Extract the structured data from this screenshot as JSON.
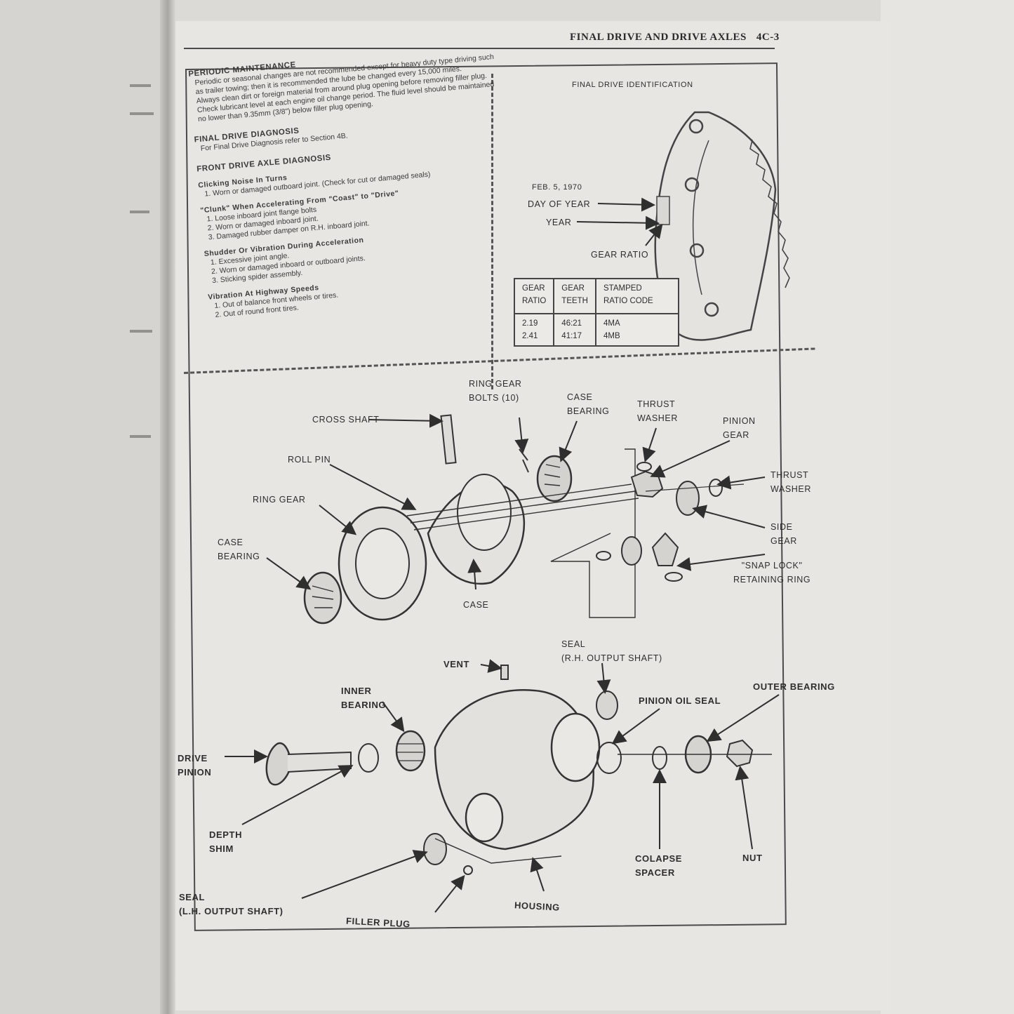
{
  "header": {
    "title": "FINAL DRIVE AND DRIVE AXLES",
    "page_number": "4C-3"
  },
  "text_column": {
    "periodic_maintenance": {
      "heading": "PERIODIC MAINTENANCE",
      "paragraphs": [
        "Periodic or seasonal changes are not recommended except for heavy duty type driving such as trailer towing; then it is recommended the lube be changed every 15,000 miles.",
        "Always clean dirt or foreign material from around plug opening before removing filler plug.",
        "Check lubricant level at each engine oil change period. The fluid level should be maintained no lower than 9.35mm (3/8\") below filler plug opening."
      ]
    },
    "final_drive_diagnosis": {
      "heading": "FINAL DRIVE DIAGNOSIS",
      "text": "For Final Drive Diagnosis refer to Section 4B."
    },
    "front_drive_axle_diagnosis": {
      "heading": "FRONT DRIVE AXLE DIAGNOSIS",
      "groups": [
        {
          "title": "Clicking Noise In Turns",
          "items": [
            "1. Worn or damaged outboard joint. (Check for cut or damaged seals)"
          ]
        },
        {
          "title": "\"Clunk\" When Accelerating From \"Coast\" to \"Drive\"",
          "items": [
            "1. Loose inboard joint flange bolts",
            "2. Worn or damaged inboard joint.",
            "3. Damaged rubber damper on R.H. inboard joint."
          ]
        },
        {
          "title": "Shudder Or Vibration During Acceleration",
          "items": [
            "1. Excessive joint angle.",
            "2. Worn or damaged inboard or outboard joints.",
            "3. Sticking spider assembly."
          ]
        },
        {
          "title": "Vibration At Highway Speeds",
          "items": [
            "1. Out of balance front wheels or tires.",
            "2. Out of round front tires."
          ]
        }
      ]
    }
  },
  "identification": {
    "title": "FINAL DRIVE IDENTIFICATION",
    "date_example": "FEB. 5, 1970",
    "callouts": {
      "day_of_year": "DAY OF YEAR",
      "year": "YEAR",
      "gear_ratio": "GEAR RATIO"
    },
    "table": {
      "headers": [
        "GEAR\nRATIO",
        "GEAR\nTEETH",
        "STAMPED\nRATIO CODE"
      ],
      "rows": [
        [
          "2.19\n2.41",
          "46:21\n41:17",
          "4MA\n4MB"
        ]
      ]
    }
  },
  "differential_labels": {
    "ring_gear_bolts": "RING GEAR\nBOLTS (10)",
    "case_bearing_top": "CASE\nBEARING",
    "thrust_washer_top": "THRUST\nWASHER",
    "pinion_gear": "PINION\nGEAR",
    "cross_shaft": "CROSS SHAFT",
    "roll_pin": "ROLL PIN",
    "thrust_washer_right": "THRUST\nWASHER",
    "ring_gear": "RING GEAR",
    "side_gear": "SIDE\nGEAR",
    "case_bearing_left": "CASE\nBEARING",
    "snap_lock": "\"SNAP LOCK\"\nRETAINING RING",
    "case": "CASE"
  },
  "housing_labels": {
    "seal_rh": "SEAL\n(R.H. OUTPUT SHAFT)",
    "vent": "VENT",
    "inner_bearing": "INNER\nBEARING",
    "pinion_oil_seal": "PINION OIL SEAL",
    "outer_bearing": "OUTER BEARING",
    "drive_pinion": "DRIVE\nPINION",
    "depth_shim": "DEPTH\nSHIM",
    "colapse_spacer": "COLAPSE\nSPACER",
    "nut": "NUT",
    "seal_lh": "SEAL\n(L.H. OUTPUT SHAFT)",
    "filler_plug": "FILLER PLUG",
    "housing": "HOUSING"
  }
}
